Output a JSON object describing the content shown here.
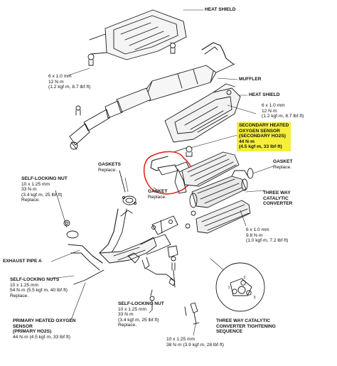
{
  "colors": {
    "ink": "#1a1a1a",
    "highlight": "#f5ef3a",
    "callout_circle": "#e0281e"
  },
  "callouts": {
    "heat_shield_top": "HEAT SHIELD",
    "fastener_top_left": [
      "6 x 1.0 mm",
      "12 N·m",
      "(1.2 kgf·m, 8.7 lbf·ft)"
    ],
    "muffler": "MUFFLER",
    "heat_shield_mid": "HEAT SHIELD",
    "fastener_mid_right": [
      "6 x 1.0 mm",
      "12 N·m",
      "(1.2 kgf·m, 8.7 lbf·ft)"
    ],
    "secondary_sensor": [
      "SECONDARY HEATED",
      "OXYGEN SENSOR",
      "(SECONDARY HO2S)",
      "44 N·m",
      "(4.5 kgf·m, 33 lbf·ft)"
    ],
    "gaskets_upper": [
      "GASKETS",
      "Replace."
    ],
    "gasket_mid": [
      "GASKET",
      "Replace."
    ],
    "gasket_right": [
      "GASKET",
      "Replace."
    ],
    "self_locking_nut_left": [
      "SELF-LOCKING NUT",
      "10 x 1.25 mm",
      "33 N·m",
      "(3.4 kgf·m, 25 lbf·ft)",
      "Replace."
    ],
    "three_way_cat": [
      "THREE WAY",
      "CATALYTIC",
      "CONVERTER"
    ],
    "fastener_cat": [
      "6 x 1.0 mm",
      "9.8 N·m",
      "(1.0 kgf·m, 7.2 lbf·ft)"
    ],
    "exhaust_pipe_a": "EXHAUST PIPE A",
    "self_locking_nuts_left": [
      "SELF-LOCKING NUTS",
      "10 x 1.25 mm",
      "54 N·m (5.5 kgf·m, 40 lbf·ft)",
      "Replace."
    ],
    "self_locking_nut_center": [
      "SELF-LOCKING NUT",
      "10 x 1.25 mm",
      "33 N·m",
      "(3.4 kgf·m, 25 lbf·ft)",
      "Replace."
    ],
    "primary_sensor": [
      "PRIMARY HEATED OXYGEN",
      "SENSOR",
      "(PRIMARY HO2S)",
      "44 N·m (4.5 kgf·m, 33 lbf·ft)"
    ],
    "tightening_sequence": [
      "THREE WAY CATALYTIC",
      "CONVERTER TIGHTENING",
      "SEQUENCE"
    ],
    "sequence_numbers": [
      "1",
      "2",
      "3"
    ],
    "bolt_bottom": [
      "10 x 1.25 mm",
      "38 N·m (3.9 kgf·m, 28 lbf·ft)"
    ]
  }
}
